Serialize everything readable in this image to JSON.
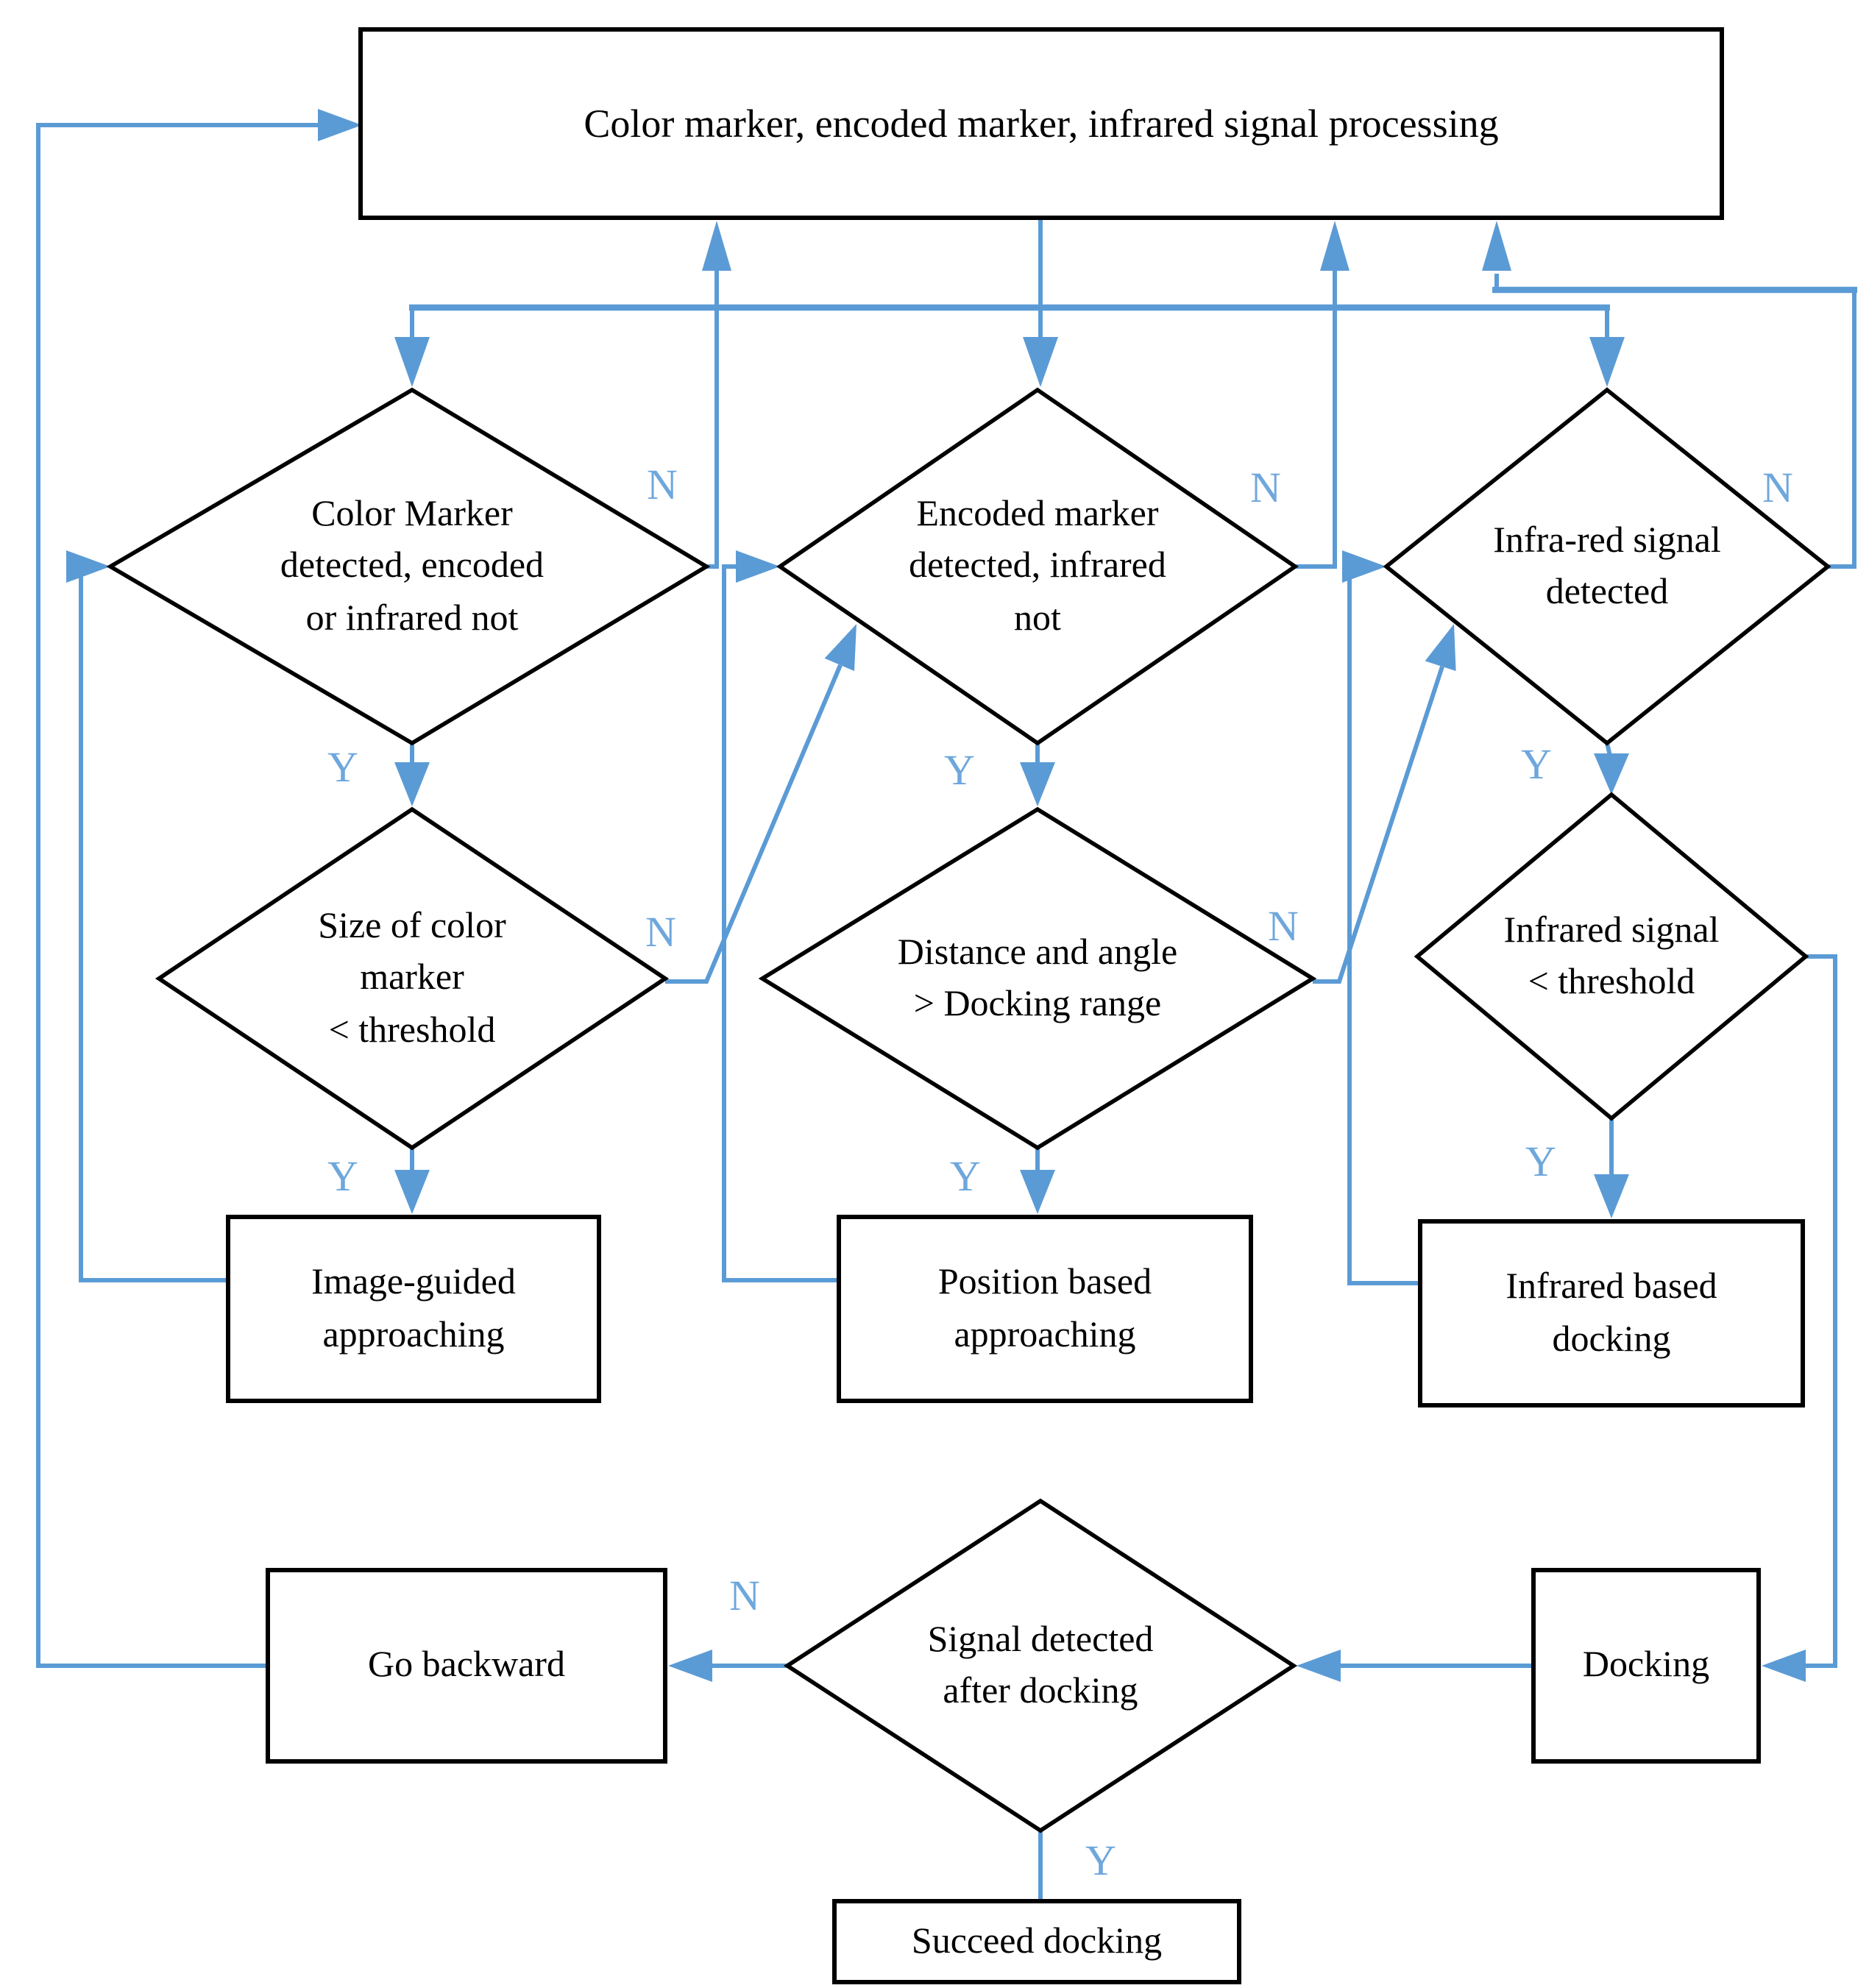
{
  "diagram": {
    "type": "flowchart",
    "nodes": {
      "process": {
        "label": "Color marker, encoded marker, infrared signal processing",
        "shape": "rectangle"
      },
      "color_marker_detected": {
        "label": "Color Marker\ndetected, encoded\nor infrared not",
        "shape": "decision"
      },
      "encoded_marker_detected": {
        "label": "Encoded marker\ndetected, infrared\nnot",
        "shape": "decision"
      },
      "infrared_signal_detected": {
        "label": "Infra-red signal\ndetected",
        "shape": "decision"
      },
      "size_of_color_marker": {
        "label": "Size of color\nmarker\n< threshold",
        "shape": "decision"
      },
      "distance_and_angle": {
        "label": "Distance and angle\n> Docking range",
        "shape": "decision"
      },
      "infrared_below_threshold": {
        "label": "Infrared signal\n< threshold",
        "shape": "decision"
      },
      "image_guided_approaching": {
        "label": "Image-guided\napproaching",
        "shape": "rectangle"
      },
      "position_based_approaching": {
        "label": "Position based\napproaching",
        "shape": "rectangle"
      },
      "infrared_based_docking": {
        "label": "Infrared based\ndocking",
        "shape": "rectangle"
      },
      "go_backward": {
        "label": "Go backward",
        "shape": "rectangle"
      },
      "signal_detected_after_docking": {
        "label": "Signal detected\nafter docking",
        "shape": "decision"
      },
      "docking": {
        "label": "Docking",
        "shape": "rectangle"
      },
      "succeed_docking": {
        "label": "Succeed docking",
        "shape": "rectangle"
      }
    },
    "branch_labels": {
      "color_marker_no": "N",
      "color_marker_yes": "Y",
      "encoded_marker_no": "N",
      "encoded_marker_yes": "Y",
      "infrared_detected_no": "N",
      "infrared_detected_yes": "Y",
      "size_marker_no": "N",
      "size_marker_yes": "Y",
      "distance_angle_no": "N",
      "distance_angle_yes": "Y",
      "infrared_threshold_yes": "Y",
      "signal_after_docking_no": "N",
      "signal_after_docking_yes": "Y"
    },
    "colors": {
      "connector_blue": "#5b9bd5",
      "branch_label_blue": "#6ea7dc",
      "shape_border": "#000000",
      "shape_fill": "#ffffff",
      "text": "#000000",
      "background": "#ffffff"
    }
  }
}
